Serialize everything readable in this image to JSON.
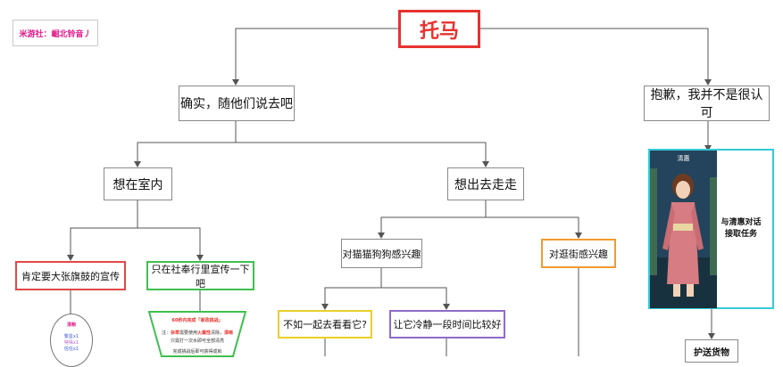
{
  "credit": "米游社：崛北铃音丿",
  "root": "托马",
  "branches": {
    "accept": "确实，随他们说去吧",
    "refuse": "抱歉，我并不是很认可"
  },
  "accept_children": {
    "indoor": "想在室内",
    "outdoor": "想出去走走"
  },
  "indoor_children": {
    "big": "肯定要大张旗鼓的宣传",
    "shrine": "只在社奉行里宣传一下吧"
  },
  "outdoor_children": {
    "pets": "对猫猫狗狗感兴趣",
    "street": "对逛街感兴趣"
  },
  "pets_children": {
    "look": "不如一起去看看它?",
    "calm": "让它冷静一段时间比较好"
  },
  "refuse_children": {
    "npc_name": "清惠",
    "talk": "与清惠对话\n接取任务",
    "deliver": "护送货物"
  },
  "reward_circle": {
    "title": "清粮",
    "line1": "繁星x1",
    "line2": "特殊x1",
    "line3": "信任x1"
  },
  "challenge": {
    "title": "60秒内完成「家政挑战」",
    "line1_prefix": "注：",
    "line1_hl": "杂草",
    "line1_mid": "需要使用",
    "line1_hl2": "火属性",
    "line1_suffix": "清除，",
    "line1_end": "清晰",
    "line2": "只需打一次水即可全部清亮",
    "line3": "完成挑战后即可获得成就"
  }
}
